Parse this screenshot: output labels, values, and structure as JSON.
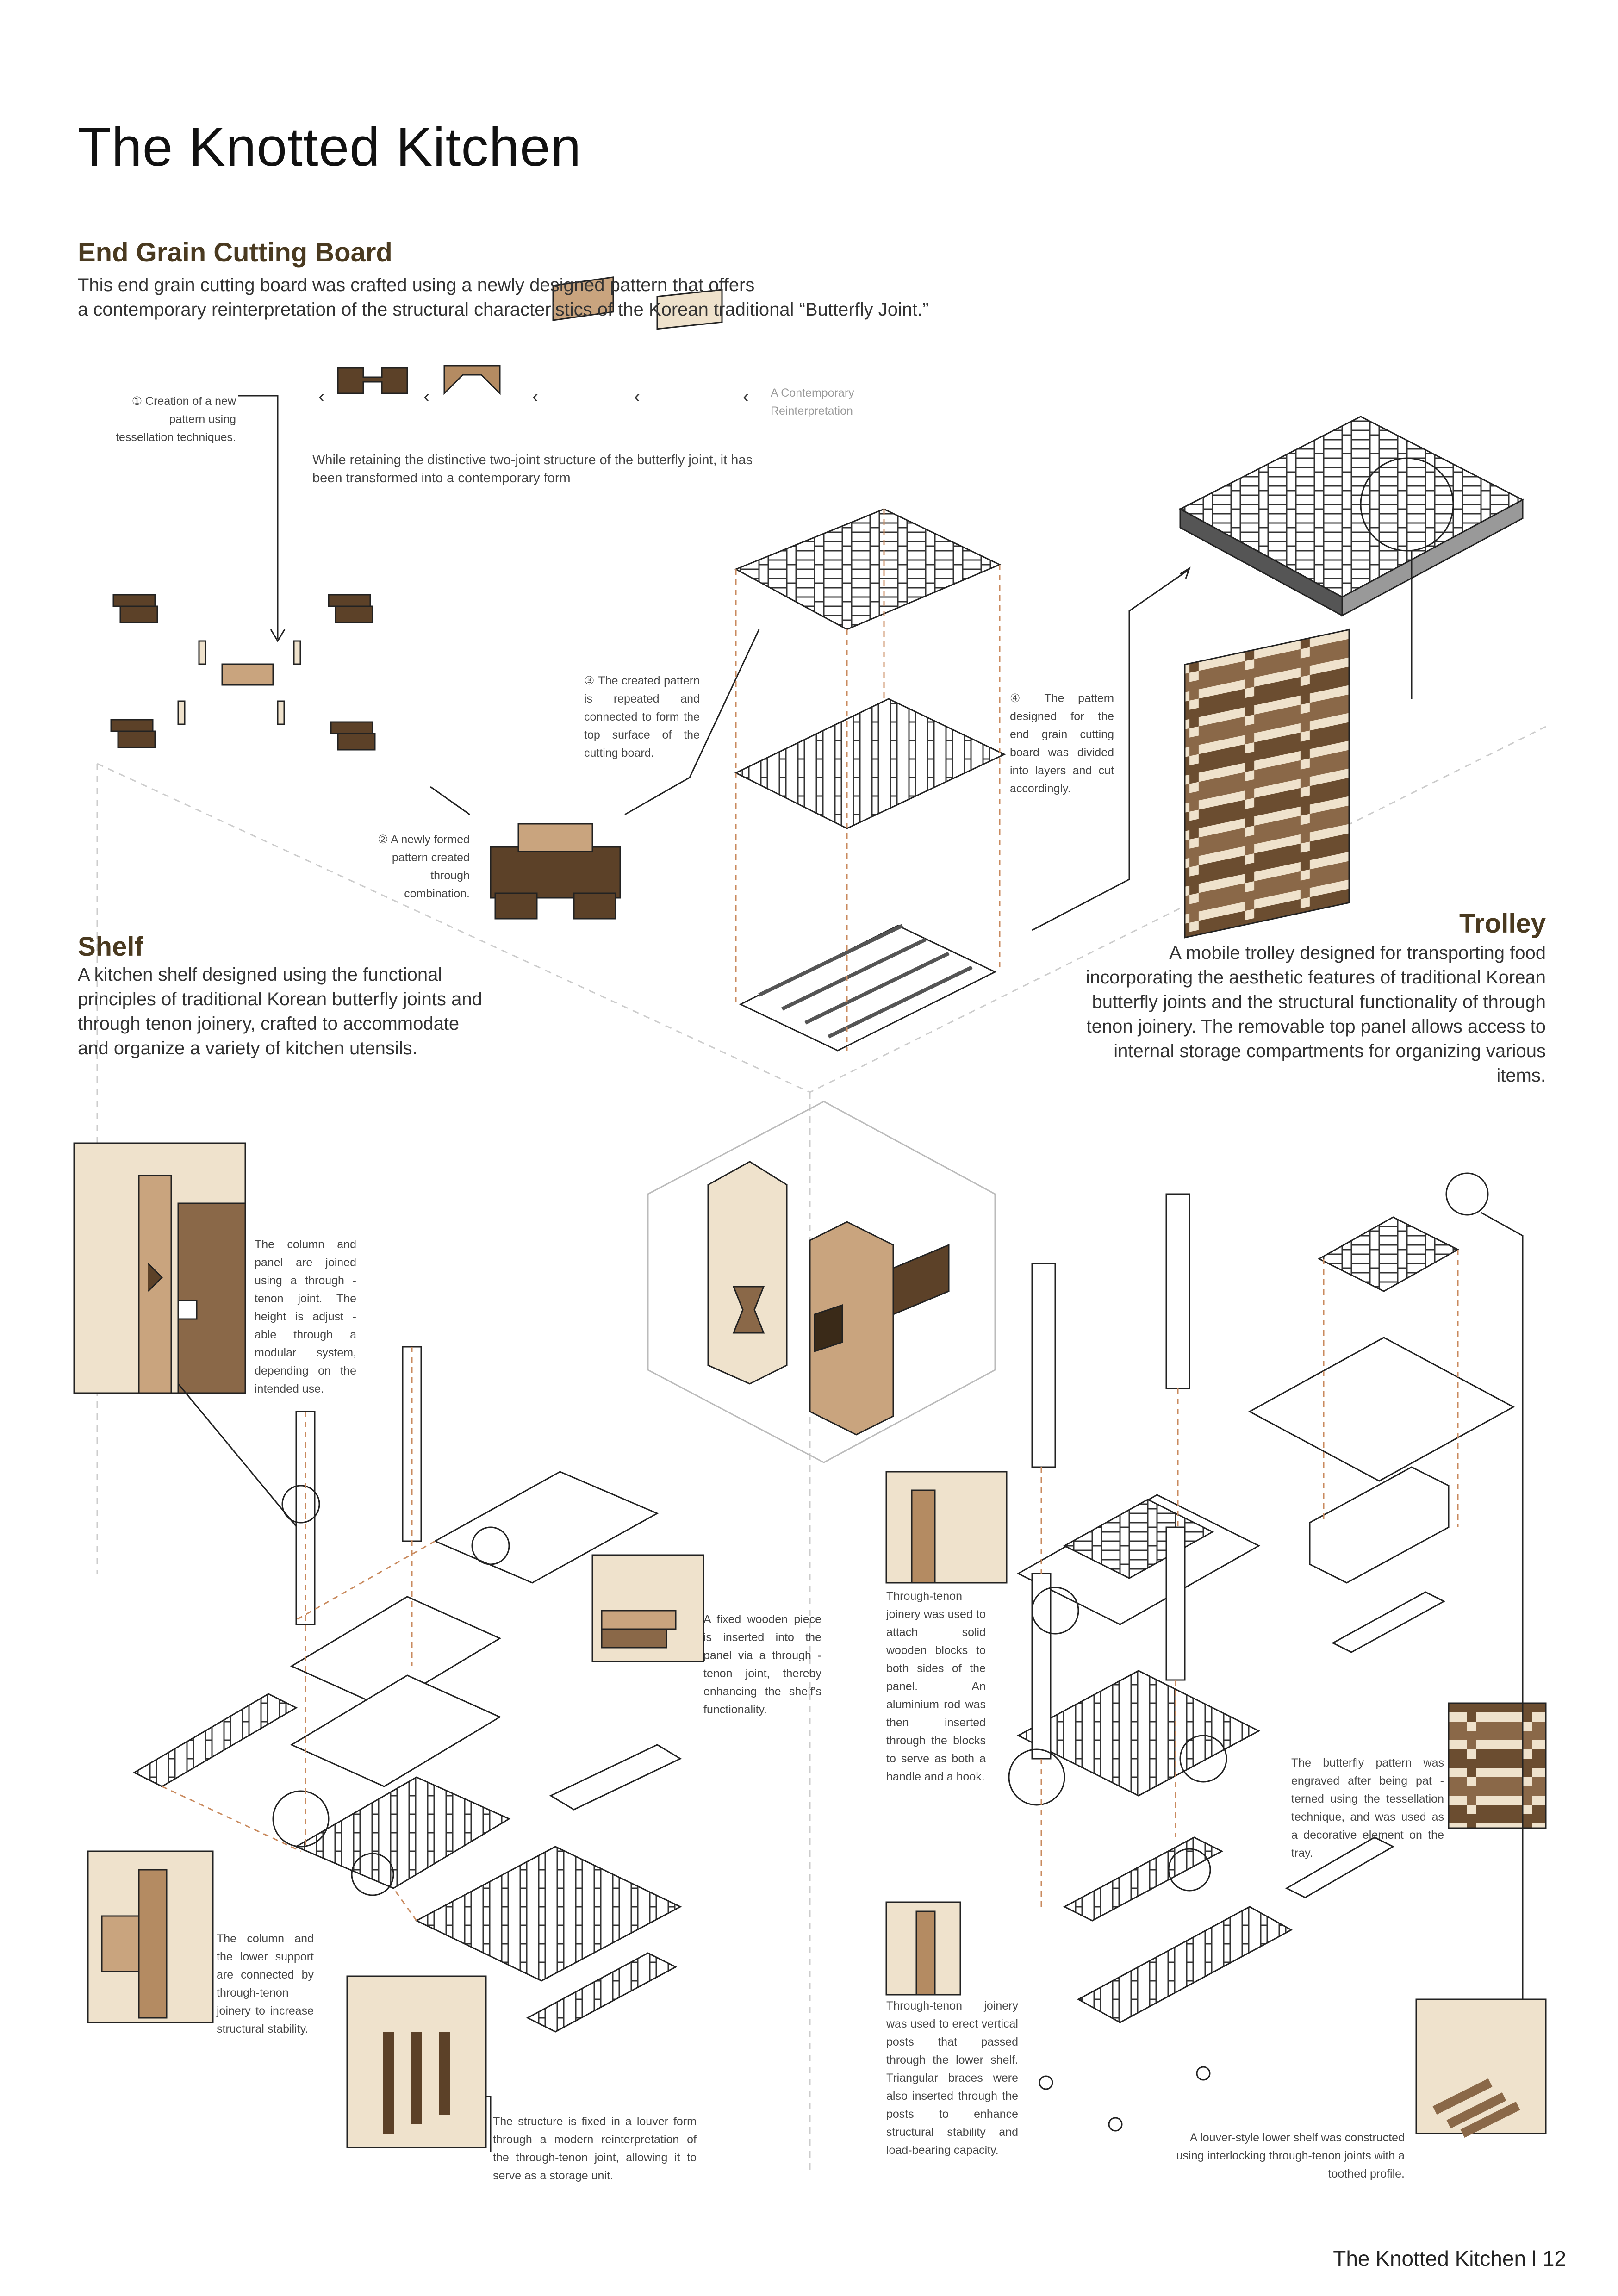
{
  "page": {
    "title": "The Knotted Kitchen",
    "footer": "The Knotted Kitchen l 12"
  },
  "cutting_board": {
    "heading": "End Grain Cutting Board",
    "description_line1": "This end grain cutting board was crafted using a newly designed pattern that offers",
    "description_line2": "a contemporary reinterpretation of the structural characteristics of the Korean traditional “Butterfly Joint.”",
    "step1": "① Creation of a new pattern using tessellation techniques.",
    "reinterpretation_label": "A Contemporary Reinterpretation",
    "retaining_note": "While retaining the distinctive two-joint structure of the butterfly joint, it has been transformed into a contemporary form",
    "step2": "② A newly formed pattern created through combination.",
    "step3": "③ The created pattern is repeated and connected to form the top surface of the cutting board.",
    "step4": "④ The pattern designed for the end grain cutting board was divided into layers and cut accordingly."
  },
  "shelf": {
    "heading": "Shelf",
    "description": "A kitchen shelf designed using the functional principles of traditional Korean butterfly joints and through tenon joinery, crafted to accommodate and organize a variety of kitchen utensils.",
    "note_column_panel": "The column and panel are joined using a through -tenon joint. The height is adjust -able through a modular system, depending on the intended use.",
    "note_fixed_piece": "A fixed wooden piece is inserted into the panel via a through -tenon joint, thereby enhancing the shelf's functionality.",
    "note_lower_support": "The column and the lower support are connected by through-tenon joinery to increase structural stability.",
    "note_louver": "The structure is fixed in a louver form through a modern reinterpretation of the through-tenon joint, allowing it to serve as a storage unit."
  },
  "trolley": {
    "heading": "Trolley",
    "description": "A mobile trolley designed for transporting food incorporating the aesthetic features of traditional Korean butterfly joints and the structural functionality of through tenon joinery. The removable top panel allows access to internal storage compartments for organizing various items.",
    "note_through_tenon": "Through-tenon joinery was used to attach solid wooden blocks to both sides of the panel. An aluminium rod was then inserted through the blocks to serve as both a handle and a hook.",
    "note_butterfly_tray": "The butterfly pattern was engraved after being pat -terned using the tessellation technique, and was used as a decorative element on the tray.",
    "note_vertical_posts": "Through-tenon joinery was used to erect vertical posts that passed through the lower shelf. Triangular braces were also inserted through the posts to enhance structural stability and load-bearing capacity.",
    "note_lower_shelf": "A louver-style lower shelf was constructed using interlocking through-tenon joints with a toothed profile."
  },
  "colors": {
    "dark_wood": "#5c4128",
    "mid_wood": "#c9a47e",
    "light_wood": "#efe2cc",
    "leader_line": "#333333",
    "dashed_guide": "#c98a5e",
    "heading_brown": "#4a3a20"
  }
}
